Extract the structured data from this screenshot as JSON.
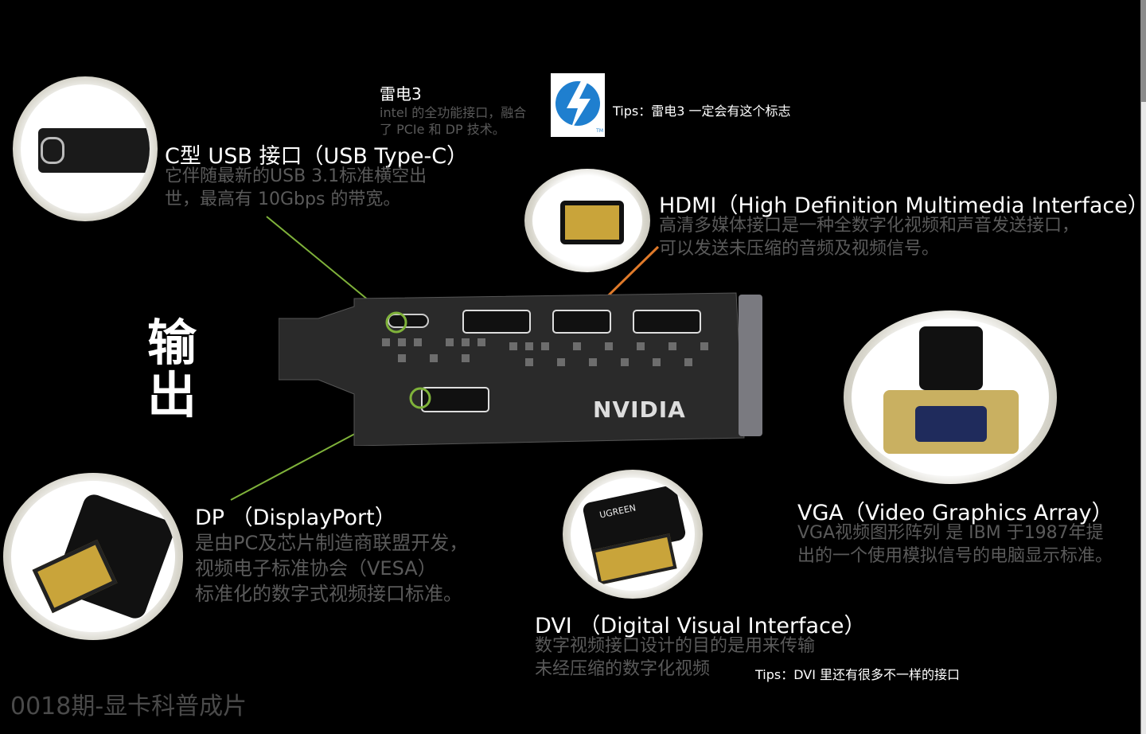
{
  "thunderbolt": {
    "title": "雷电3",
    "desc_1": "intel 的全功能接口，融合",
    "desc_2": "了 PCIe 和 DP 技术。",
    "logo_tm": "TM",
    "tip": "Tips：雷电3 一定会有这个标志"
  },
  "usbc": {
    "title": "C型 USB 接口（USB Type-C）",
    "desc_1": "它伴随最新的USB 3.1标准横空出",
    "desc_2": "世，最高有 10Gbps 的带宽。"
  },
  "hdmi": {
    "title": "HDMI（High Definition Multimedia Interface）",
    "desc_1": "高清多媒体接口是一种全数字化视频和声音发送接口，",
    "desc_2": "可以发送未压缩的音频及视频信号。"
  },
  "output_label": "输出",
  "card_brand": "NVIDIA",
  "vga": {
    "title": "VGA（Video Graphics Array）",
    "desc_1": "VGA视频图形阵列 是 IBM 于1987年提",
    "desc_2": "出的一个使用模拟信号的电脑显示标准。"
  },
  "dp": {
    "title": "DP （DisplayPort）",
    "desc_1": "是由PC及芯片制造商联盟开发，",
    "desc_2": "视频电子标准协会（VESA）",
    "desc_3": "标准化的数字式视频接口标准。"
  },
  "dvi": {
    "title": "DVI （Digital Visual Interface）",
    "desc_1": "数字视频接口设计的目的是用来传输",
    "desc_2": "未经压缩的数字化视频",
    "tip": "Tips：DVI 里还有很多不一样的接口",
    "cable_brand": "UGREEN"
  },
  "episode_label": "0018期-显卡科普成片",
  "colors": {
    "usb_line": "#7fb23a",
    "hdmi_line": "#e07a2a",
    "desc": "#5a5a5a",
    "thunder_blue": "#1f7fcf"
  }
}
